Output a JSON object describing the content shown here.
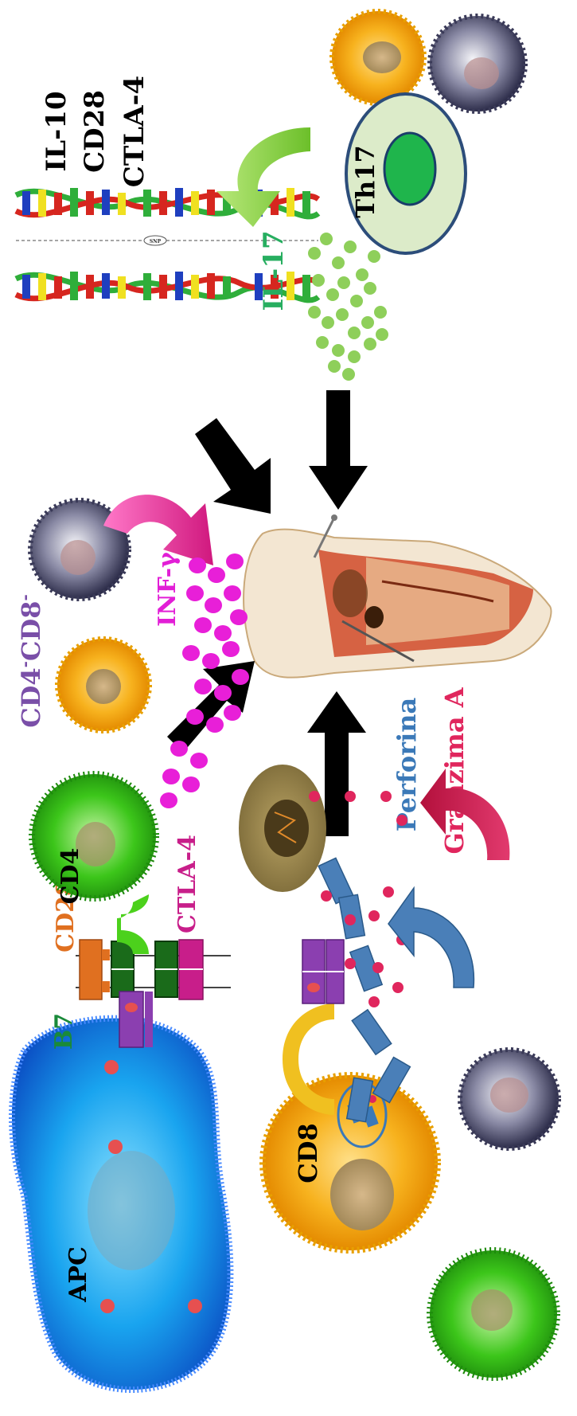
{
  "labels": {
    "il10": "IL-10",
    "cd28_gene": "CD28",
    "ctla4_gene": "CTLA-4",
    "il17": "IL-17",
    "th17": "Th17",
    "cd4cd8_a": "CD4",
    "cd4cd8_b": "CD8",
    "cd4cd8_minus": "-",
    "inf_gamma": "INF-γ",
    "perforina": "Perforina",
    "granzima": "Granzima A",
    "b7": "B7",
    "cd28": "CD28",
    "cd4": "CD4",
    "ctla4": "CTLA-4",
    "apc": "APC",
    "cd8": "CD8",
    "snp": "SNP"
  },
  "colors": {
    "il17": "#27ae60",
    "inf_gamma": "#e21ed6",
    "perforina": "#3b79b8",
    "granzima": "#e0265d",
    "cd4cd8": "#7a4fa8",
    "b7": "#1a8a3a",
    "cd28": "#e07020",
    "ctla4": "#c81e8a",
    "text": "#000000"
  }
}
